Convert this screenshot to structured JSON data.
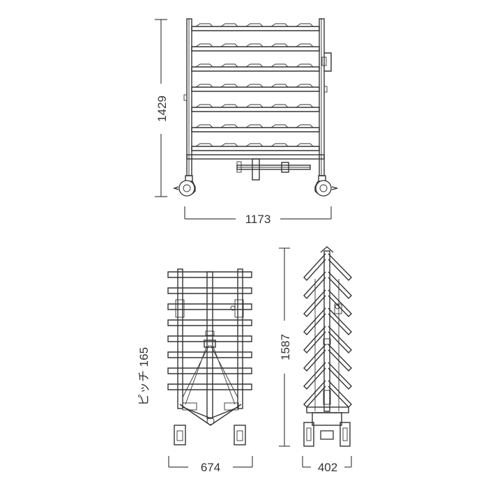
{
  "dimensions": {
    "front_height": "1429",
    "front_width": "1173",
    "pitch_label": "ピッチ 165",
    "side_height": "1587",
    "side_width": "674",
    "side_depth": "402"
  }
}
